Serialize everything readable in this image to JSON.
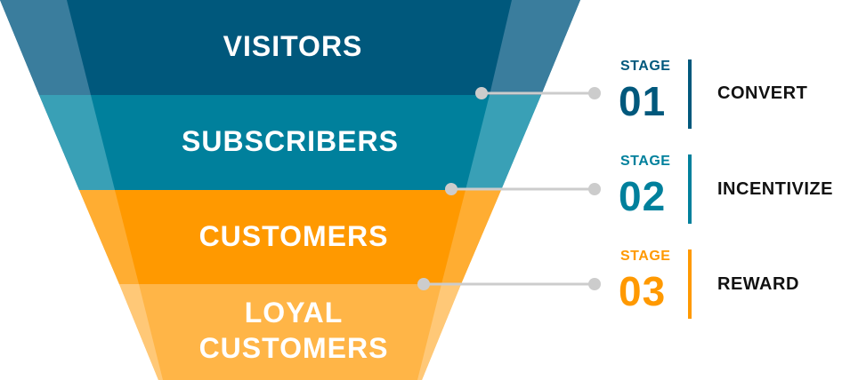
{
  "colors": {
    "visitors": "#00587c",
    "subscribers": "#00809c",
    "customers": "#ff9900",
    "loyal": "#ffb547",
    "edge_dark": "#3a7d9d",
    "edge_teal": "#39a0b6",
    "edge_orange": "#ffad32",
    "edge_light": "#ffc877",
    "connector": "#cccccc",
    "stage1_accent": "#00587c",
    "stage2_accent": "#00809c",
    "stage3_accent": "#ff9900"
  },
  "funnel": [
    {
      "id": "visitors",
      "lines": [
        "VISITORS"
      ]
    },
    {
      "id": "subscribers",
      "lines": [
        "SUBSCRIBERS"
      ]
    },
    {
      "id": "customers",
      "lines": [
        "CUSTOMERS"
      ]
    },
    {
      "id": "loyal",
      "lines": [
        "LOYAL",
        "CUSTOMERS"
      ]
    }
  ],
  "stages": [
    {
      "label": "STAGE",
      "number": "01",
      "action": "CONVERT"
    },
    {
      "label": "STAGE",
      "number": "02",
      "action": "INCENTIVIZE"
    },
    {
      "label": "STAGE",
      "number": "03",
      "action": "REWARD"
    }
  ]
}
